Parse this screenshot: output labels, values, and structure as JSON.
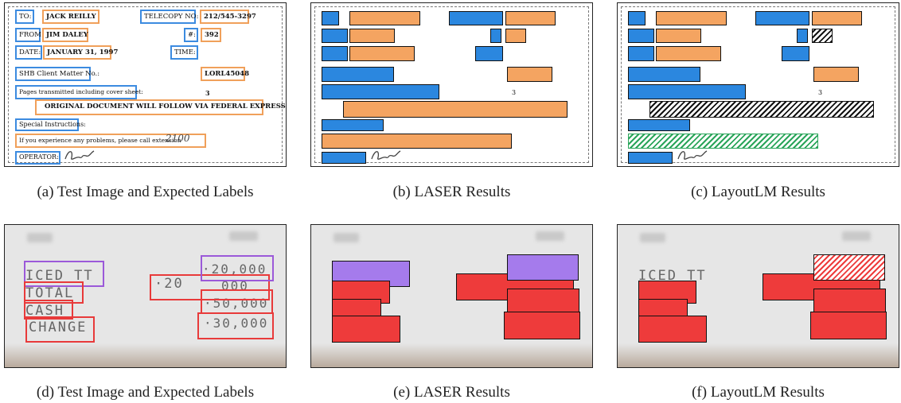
{
  "panels": {
    "a": {
      "caption": "(a)  Test Image and Expected Labels",
      "labels": {
        "to": "TO:",
        "to_value": "JACK REILLY",
        "telecopy": "TELECOPY NO:",
        "telecopy_value": "212/545-3297",
        "from": "FROM:",
        "from_value": "JIM DALEY",
        "hash": "#:",
        "hash_value": "392",
        "date": "DATE:",
        "date_value": "JANUARY 31, 1997",
        "time": "TIME:",
        "client": "SHB Client Matter No.:",
        "client_value": "LORL45048",
        "pages": "Pages transmitted including cover sheet:",
        "pages_value": "3",
        "original": "ORIGINAL DOCUMENT WILL FOLLOW VIA FEDERAL EXPRESS.",
        "special": "Special Instructions:",
        "problems": "If you experience any problems, please call extension",
        "operator": "OPERATOR:"
      }
    },
    "b": {
      "caption": "(b)  LASER Results",
      "page_count": "3"
    },
    "c": {
      "caption": "(c)  LayoutLM Results",
      "page_count": "3"
    },
    "d": {
      "caption": "(d)  Test Image and Expected Labels",
      "labels": {
        "iced": "ICED TT",
        "total": "TOTAL",
        "cash": "CASH",
        "change": "CHANGE",
        "price_20_left": "·20",
        "price_20_top": "·20,000",
        "price_20_mid": "000",
        "price_50": "·50,000",
        "price_30": "·30,000"
      }
    },
    "e": {
      "caption": "(e)  LASER Results"
    },
    "f": {
      "caption": "(f)  LayoutLM Results",
      "partial_text": "ICED TT"
    }
  },
  "colors": {
    "blue": "#2b87df",
    "orange": "#f4a461",
    "purple": "#a57bec",
    "red": "#ee3b3b",
    "green": "#2aa55a"
  }
}
